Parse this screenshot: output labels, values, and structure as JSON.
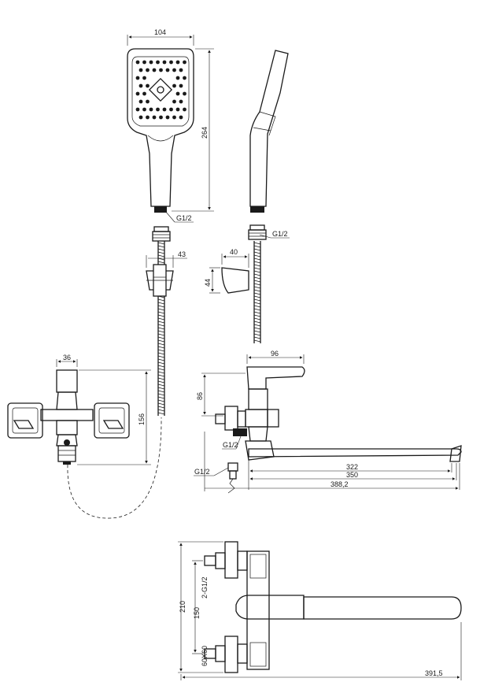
{
  "dimensions": {
    "head_width": "104",
    "head_height": "264",
    "thread_head": "G1/2",
    "thread_hose_side": "G1/2",
    "holder_width": "43",
    "holder_side_width": "40",
    "holder_height": "44",
    "mixer_center_small": "36",
    "mixer_front_height": "156",
    "spout_top_width": "96",
    "mixer_side_height": "86",
    "thread_mixer_outlet": "G1/2",
    "thread_hose_end": "G1/2",
    "spout_len_1": "322",
    "spout_len_2": "350",
    "spout_len_3": "388,2",
    "top_total_height": "210",
    "top_center_dist": "150",
    "top_inlet_thread": "2-G1/2",
    "top_flange_size": "60X60",
    "top_total_length": "391,5"
  }
}
